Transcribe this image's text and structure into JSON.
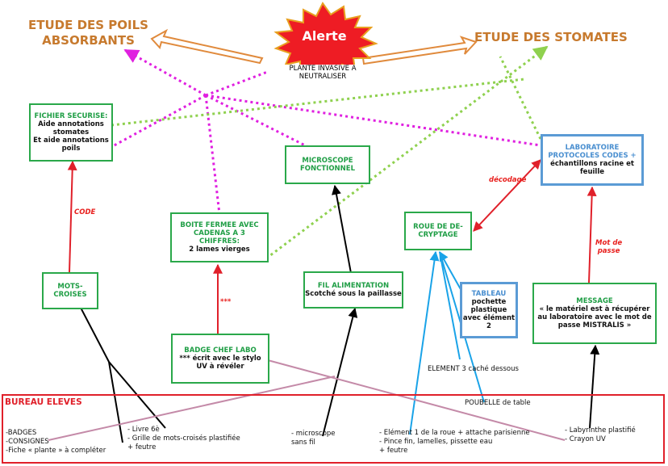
{
  "alert": {
    "label": "Alerte",
    "subtitle": "PLANTE INVASIVE A\nNEUTRALISER"
  },
  "titles": {
    "poils": "ETUDE DES POILS\nABSORBANTS",
    "stomates": "ETUDE DES STOMATES"
  },
  "boxes": {
    "fichier": {
      "title": "FICHIER SECURISE:",
      "body": "Aide annotations\nstomates\nEt aide annotations\npoils"
    },
    "microscope": {
      "title": "MICROSCOPE\nFONCTIONNEL",
      "body": ""
    },
    "laboratoire": {
      "title": "LABORATOIRE\nPROTOCOLES CODES +",
      "body": "échantillons racine et\nfeuille"
    },
    "boite": {
      "title": "BOITE FERMEE AVEC\nCADENAS A 3\nCHIFFRES:",
      "body": "2 lames vierges"
    },
    "roue": {
      "title": "ROUE DE DE-\nCRYPTAGE",
      "body": ""
    },
    "mots": {
      "title": "MOTS-\nCROISES",
      "body": ""
    },
    "fil": {
      "title": "FIL ALIMENTATION",
      "body": "Scotché sous la paillasse"
    },
    "tableau": {
      "title": "TABLEAU",
      "body": "pochette\nplastique\navec élément\n2"
    },
    "message": {
      "title": "MESSAGE",
      "body": "« le matériel est à récupérer\nau laboratoire avec le mot de\npasse MISTRALIS »"
    },
    "badge": {
      "title": "BADGE CHEF LABO",
      "body": "*** écrit avec le stylo\nUV à révéler"
    }
  },
  "edge_labels": {
    "code": "CODE",
    "decodage": "décodage",
    "motdepasse": "Mot de\npasse",
    "stars": "***"
  },
  "labels": {
    "element3": "ELEMENT 3 caché dessous",
    "poubelle": "POUBELLE de table"
  },
  "bureau": {
    "title": "BUREAU ELEVES",
    "col1": "-BADGES\n-CONSIGNES\n-Fiche « plante » à compléter",
    "col2": "- Livre 6è\n- Grille de mots-croisés plastifiée\n+ feutre",
    "col3": "- microscope\nsans fil",
    "col4": "- Elément 1 de la roue + attache parisienne\n- Pince fin, lamelles, pissette eau\n+ feutre",
    "col5": "- Labyrinthe plastifié\n- Crayon UV"
  },
  "colors": {
    "green": "#2aa84a",
    "blue": "#5b9bd5",
    "red": "#e0202a",
    "orange": "#c77a2e",
    "magenta": "#e020e0",
    "lightgreen": "#8fd14f",
    "cyan": "#1aa3e8",
    "mauve": "#c48aa8"
  }
}
